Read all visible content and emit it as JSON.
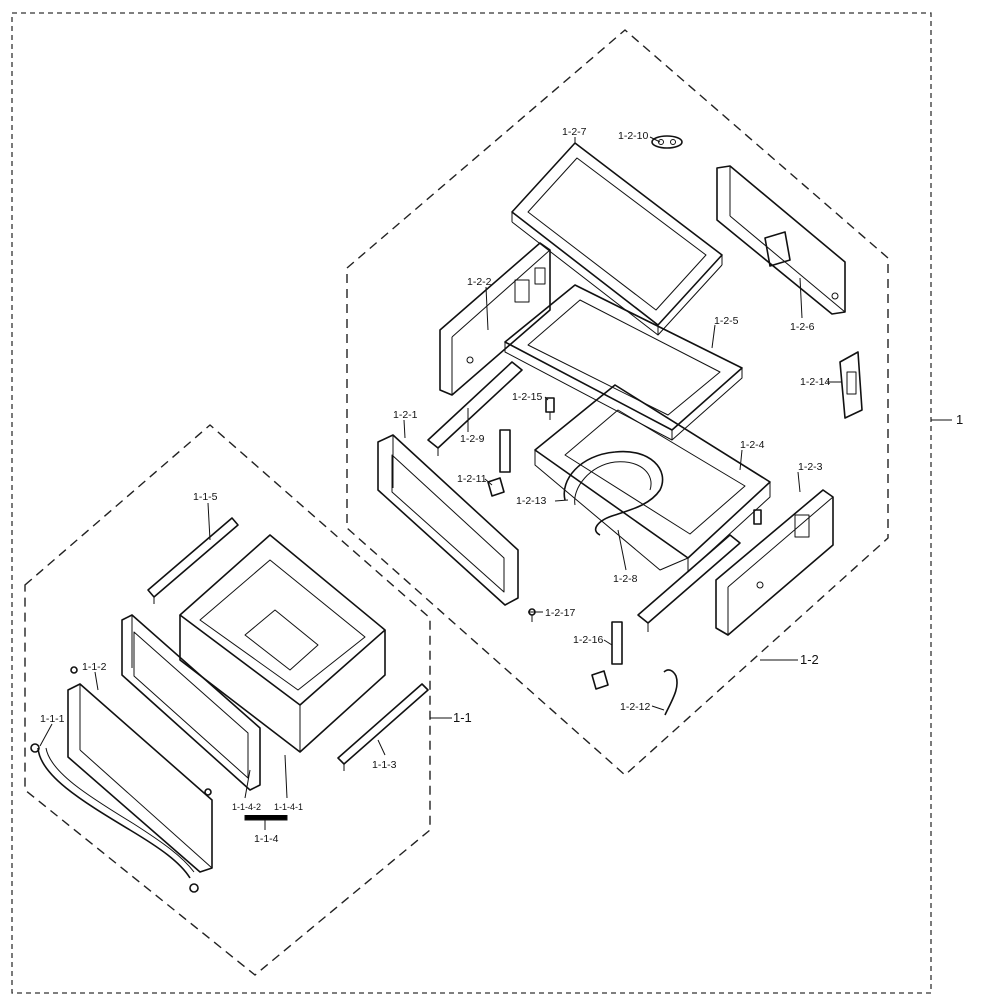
{
  "assembly_label": "1",
  "groups": [
    {
      "id": "1-1",
      "label": "1-1"
    },
    {
      "id": "1-2",
      "label": "1-2"
    }
  ],
  "parts": {
    "p1_2_7": "1-2-7",
    "p1_2_10": "1-2-10",
    "p1_2_2": "1-2-2",
    "p1_2_5": "1-2-5",
    "p1_2_6": "1-2-6",
    "p1_2_14": "1-2-14",
    "p1_2_15": "1-2-15",
    "p1_2_1": "1-2-1",
    "p1_2_9": "1-2-9",
    "p1_2_4": "1-2-4",
    "p1_2_11": "1-2-11",
    "p1_2_3": "1-2-3",
    "p1_2_13": "1-2-13",
    "p1_2_8": "1-2-8",
    "p1_2_17": "1-2-17",
    "p1_2_16": "1-2-16",
    "p1_2_12": "1-2-12",
    "p1_1_5": "1-1-5",
    "p1_1_2": "1-1-2",
    "p1_1_1": "1-1-1",
    "p1_1_4_2": "1-1-4-2",
    "p1_1_4_1": "1-1-4-1",
    "p1_1_4": "1-1-4",
    "p1_1_3": "1-1-3"
  }
}
